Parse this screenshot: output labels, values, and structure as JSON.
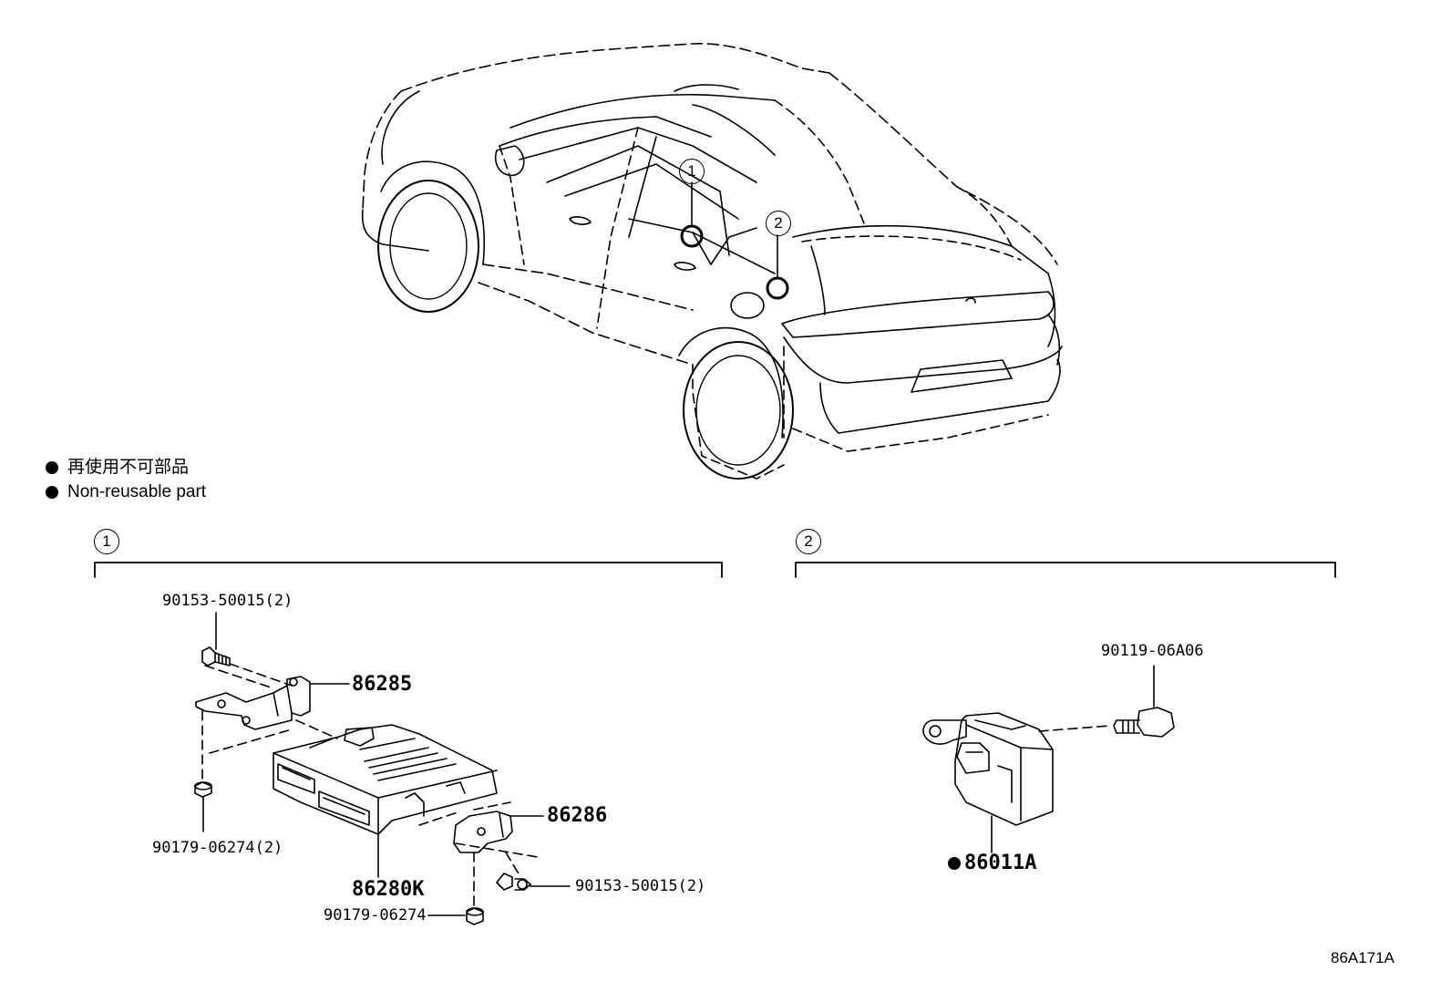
{
  "legend": {
    "line_jp": "再使用不可部品",
    "line_en": "Non-reusable part"
  },
  "callouts": [
    "1",
    "2"
  ],
  "section1": {
    "number": "1",
    "parts": {
      "bolt_top": "90153-50015(2)",
      "bracket_top": "86285",
      "nut_left": "90179-06274(2)",
      "bracket_right": "86286",
      "ecu": "86280K",
      "bolt_right": "90153-50015(2)",
      "nut_bottom": "90179-06274"
    }
  },
  "section2": {
    "number": "2",
    "parts": {
      "bolt": "90119-06A06",
      "module": "86011A"
    }
  },
  "figure_code": "86A171A"
}
